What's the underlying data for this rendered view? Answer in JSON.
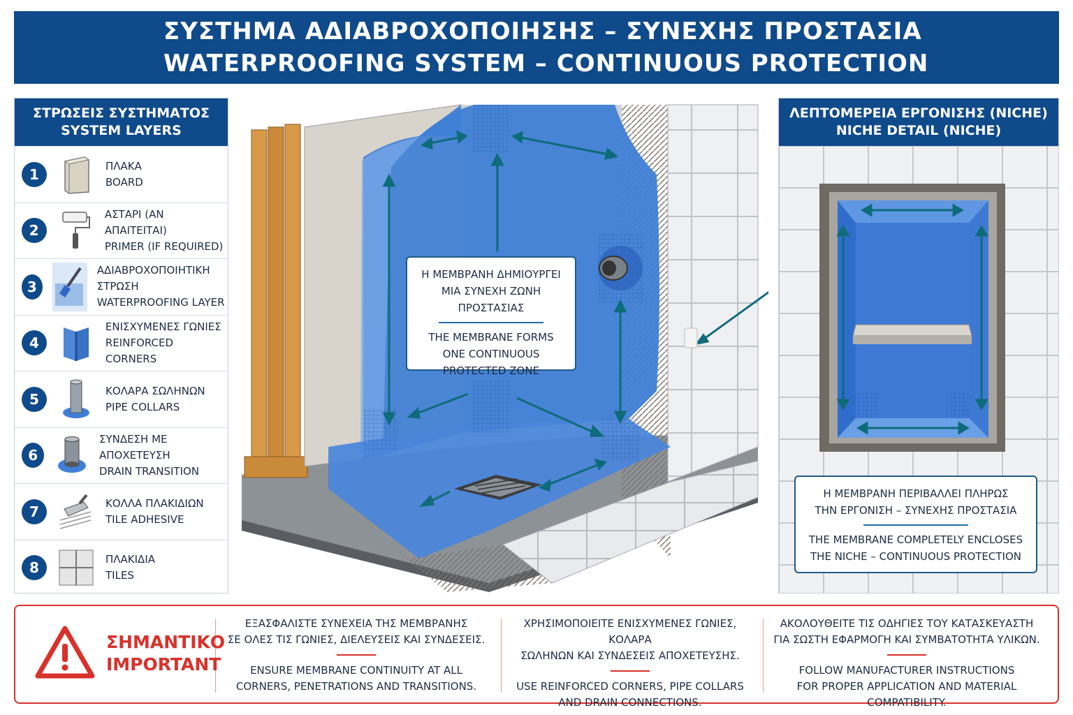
{
  "header": {
    "title_gr": "ΣΥΣΤΗΜΑ ΑΔΙΑΒΡΟΧΟΠΟΙΗΣΗΣ – ΣΥΝΕΧΗΣ ΠΡΟΣΤΑΣΙΑ",
    "title_en": "WATERPROOFING SYSTEM – CONTINUOUS PROTECTION"
  },
  "layers": {
    "title_gr": "ΣΤΡΩΣΕΙΣ ΣΥΣΤΗΜΑΤΟΣ",
    "title_en": "SYSTEM LAYERS",
    "items": [
      {
        "num": "1",
        "icon": "board-icon",
        "gr": "ΠΛΑΚΑ",
        "en": "BOARD"
      },
      {
        "num": "2",
        "icon": "paint-roller-icon",
        "gr": "ΑΣΤΑΡΙ (ΑΝ ΑΠΑΙΤΕΙΤΑΙ)",
        "en": "PRIMER (IF REQUIRED)"
      },
      {
        "num": "3",
        "icon": "brush-icon",
        "gr": "ΑΔΙΑΒΡΟΧΟΠΟΙΗΤΙΚΗ ΣΤΡΩΣΗ",
        "en": "WATERPROOFING LAYER"
      },
      {
        "num": "4",
        "icon": "corner-tape-icon",
        "gr": "ΕΝΙΣΧΥΜΕΝΕΣ ΓΩΝΙΕΣ",
        "en": "REINFORCED CORNERS"
      },
      {
        "num": "5",
        "icon": "pipe-collar-icon",
        "gr": "ΚΟΛΑΡΑ ΣΩΛΗΝΩΝ",
        "en": "PIPE COLLARS"
      },
      {
        "num": "6",
        "icon": "drain-icon",
        "gr": "ΣΥΝΔΕΣΗ ΜΕ ΑΠΟΧΕΤΕΥΣΗ",
        "en": "DRAIN TRANSITION"
      },
      {
        "num": "7",
        "icon": "trowel-icon",
        "gr": "ΚΟΛΛΑ ΠΛΑΚΙΔΙΩΝ",
        "en": "TILE ADHESIVE"
      },
      {
        "num": "8",
        "icon": "tiles-icon",
        "gr": "ΠΛΑΚΙΔΙΑ",
        "en": "TILES"
      }
    ]
  },
  "main_callout": {
    "gr_line1": "Η ΜΕΜΒΡΑΝΗ ΔΗΜΙΟΥΡΓΕΙ",
    "gr_line2": "ΜΙΑ ΣΥΝΕΧΗ ΖΩΝΗ ΠΡΟΣΤΑΣΙΑΣ",
    "en_line1": "THE MEMBRANE FORMS",
    "en_line2": "ONE CONTINUOUS",
    "en_line3": "PROTECTED ZONE"
  },
  "niche": {
    "title_gr": "ΛΕΠΤΟΜΕΡΕΙΑ ΕΡΓΟΝΙΣΗΣ (NICHE)",
    "title_en": "NICHE DETAIL (NICHE)",
    "callout_gr_line1": "Η ΜΕΜΒΡΑΝΗ ΠΕΡΙΒΑΛΛΕΙ ΠΛΗΡΩΣ",
    "callout_gr_line2": "ΤΗΝ ΕΡΓΟΝΙΣΗ – ΣΥΝΕΧΗΣ ΠΡΟΣΤΑΣΙΑ",
    "callout_en_line1": "THE MEMBRANE COMPLETELY ENCLOSES",
    "callout_en_line2": "THE NICHE – CONTINUOUS PROTECTION"
  },
  "important": {
    "title_gr": "ΣΗΜΑΝΤΙΚΟ",
    "title_en": "IMPORTANT",
    "icon": "warning-icon",
    "notes": [
      {
        "gr1": "ΕΞΑΣΦΑΛΙΣΤΕ ΣΥΝΕΧΕΙΑ ΤΗΣ ΜΕΜΒΡΑΝΗΣ",
        "gr2": "ΣΕ ΟΛΕΣ ΤΙΣ ΓΩΝΙΕΣ, ΔΙΕΛΕΥΣΕΙΣ ΚΑΙ ΣΥΝΔΕΣΕΙΣ.",
        "en1": "ENSURE MEMBRANE CONTINUITY AT ALL",
        "en2": "CORNERS, PENETRATIONS AND TRANSITIONS."
      },
      {
        "gr1": "ΧΡΗΣΙΜΟΠΟΙΕΙΤΕ ΕΝΙΣΧΥΜΕΝΕΣ ΓΩΝΙΕΣ, ΚΟΛΑΡΑ",
        "gr2": "ΣΩΛΗΝΩΝ ΚΑΙ ΣΥΝΔΕΣΕΙΣ ΑΠΟΧΕΤΕΥΣΗΣ.",
        "en1": "USE REINFORCED CORNERS, PIPE COLLARS",
        "en2": "AND DRAIN CONNECTIONS."
      },
      {
        "gr1": "ΑΚΟΛΟΥΘΕΙΤΕ ΤΙΣ ΟΔΗΓΙΕΣ ΤΟΥ ΚΑΤΑΣΚΕΥΑΣΤΗ",
        "gr2": "ΓΙΑ ΣΩΣΤΗ ΕΦΑΡΜΟΓΗ ΚΑΙ ΣΥΜΒΑΤΟΤΗΤΑ ΥΛΙΚΩΝ.",
        "en1": "FOLLOW MANUFACTURER INSTRUCTIONS",
        "en2": "FOR PROPER APPLICATION AND MATERIAL COMPATIBILITY."
      }
    ]
  },
  "colors": {
    "brand_blue": "#0f4a8a",
    "membrane_blue": "#3f7fd6",
    "alert_red": "#d9312b"
  }
}
